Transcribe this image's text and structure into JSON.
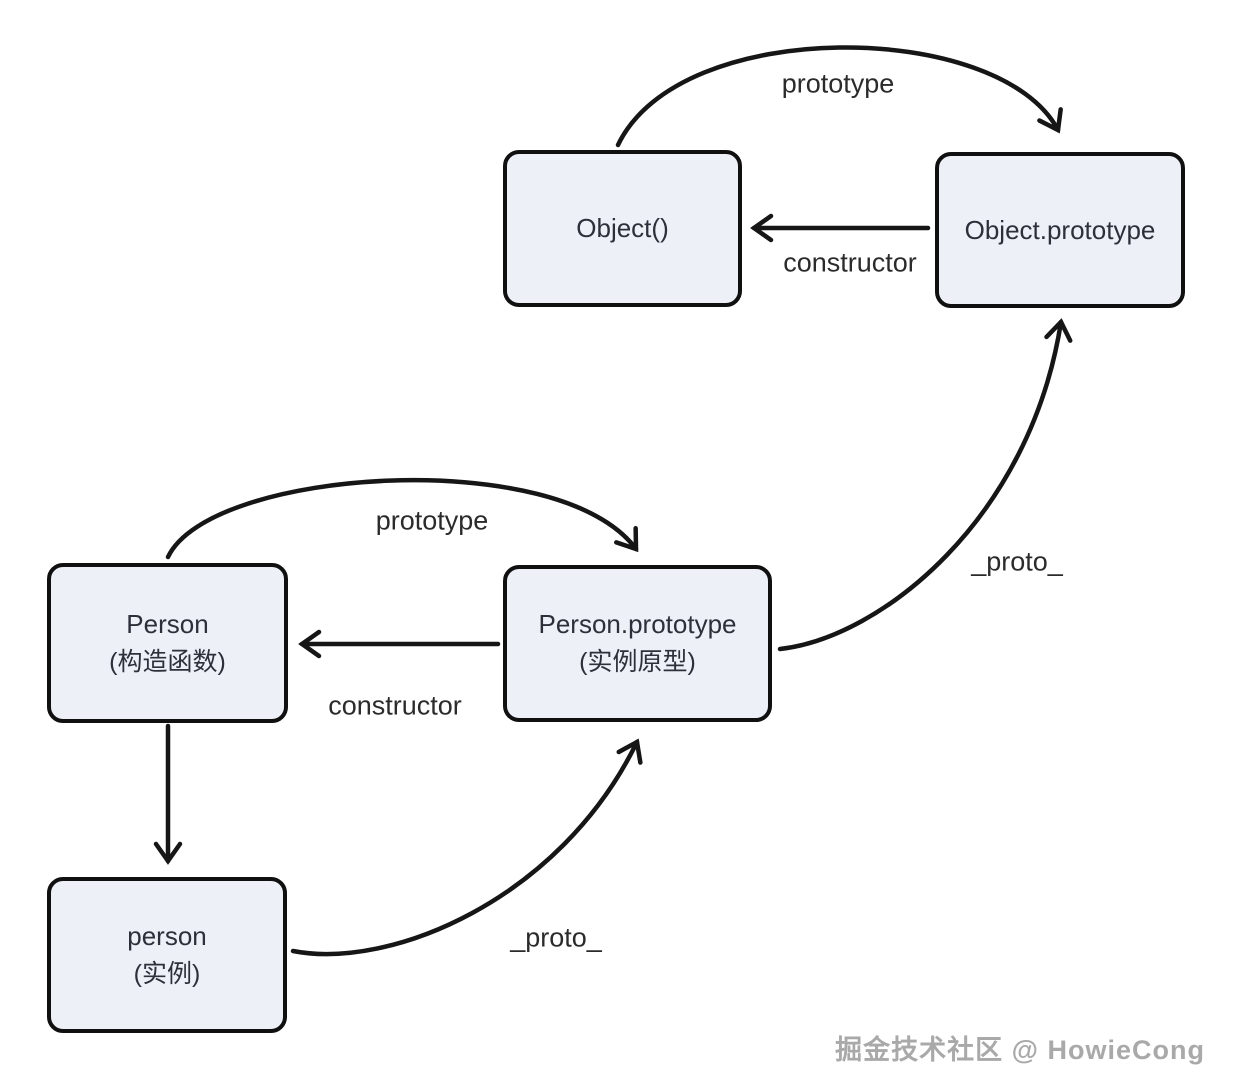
{
  "diagram": {
    "description_type": "javascript-prototype-chain"
  },
  "colors": {
    "bg": "#ffffff",
    "box_fill": "#edf0f6",
    "box_border": "#101010",
    "box_text": "#2c303a",
    "arrow_color": "#161616",
    "label_color": "#2b2b2b",
    "watermark_color": "#a9a9a9"
  },
  "nodes": {
    "object_fn": {
      "title": "Object()",
      "subtitle": ""
    },
    "object_proto": {
      "title": "Object.prototype",
      "subtitle": ""
    },
    "person_fn": {
      "title": "Person",
      "subtitle": "(构造函数)"
    },
    "person_proto": {
      "title": "Person.prototype",
      "subtitle": "(实例原型)"
    },
    "person_instance": {
      "title": "person",
      "subtitle": "(实例)"
    }
  },
  "edges": [
    {
      "from": "Object()",
      "to": "Object.prototype",
      "label": "prototype",
      "style": "curved"
    },
    {
      "from": "Object.prototype",
      "to": "Object()",
      "label": "constructor",
      "style": "straight"
    },
    {
      "from": "Person.prototype",
      "to": "Object.prototype",
      "label": "_proto_",
      "style": "curved"
    },
    {
      "from": "Person",
      "to": "Person.prototype",
      "label": "prototype",
      "style": "curved"
    },
    {
      "from": "Person.prototype",
      "to": "Person",
      "label": "constructor",
      "style": "straight"
    },
    {
      "from": "Person",
      "to": "person",
      "label": "",
      "style": "straight"
    },
    {
      "from": "person",
      "to": "Person.prototype",
      "label": "_proto_",
      "style": "curved"
    }
  ],
  "watermark": {
    "text": "掘金技术社区 @ HowieCong"
  }
}
